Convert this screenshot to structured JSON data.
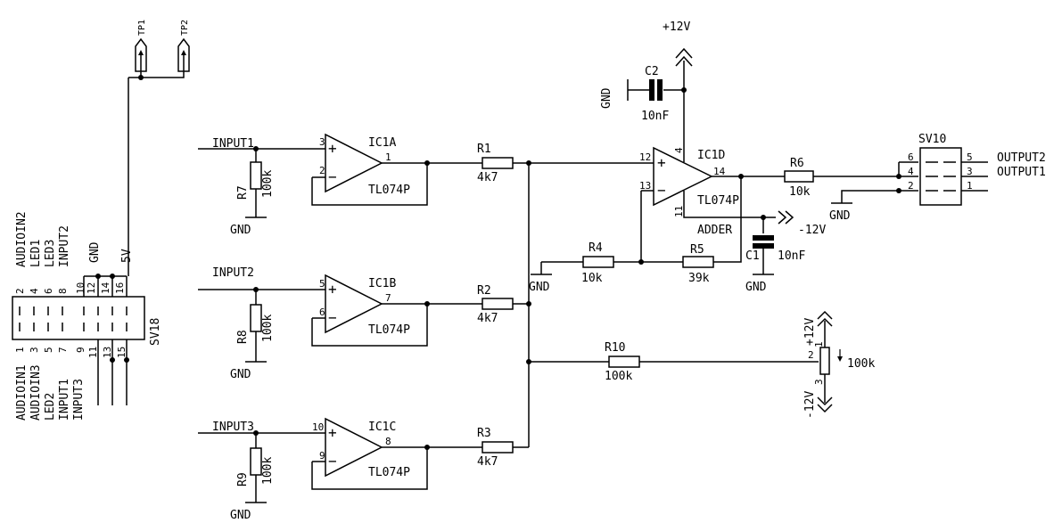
{
  "test_points": {
    "tp1": "TP1",
    "tp2": "TP2"
  },
  "connector_sv18": {
    "name": "SV18",
    "top_pins": [
      "2",
      "4",
      "6",
      "8",
      "10",
      "12",
      "14",
      "16"
    ],
    "bottom_pins": [
      "1",
      "3",
      "5",
      "7",
      "9",
      "11",
      "13",
      "15"
    ],
    "top_labels": [
      "AUDIOIN2",
      "LED1",
      "LED3",
      "INPUT2",
      "GND",
      "5V"
    ],
    "bottom_labels": [
      "AUDIOIN1",
      "AUDIOIN3",
      "LED2",
      "INPUT1",
      "INPUT3"
    ]
  },
  "inputs": {
    "in1": "INPUT1",
    "in2": "INPUT2",
    "in3": "INPUT3"
  },
  "gnd": "GND",
  "resistors": {
    "r7": {
      "name": "R7",
      "value": "100k"
    },
    "r8": {
      "name": "R8",
      "value": "100k"
    },
    "r9": {
      "name": "R9",
      "value": "100k"
    },
    "r1": {
      "name": "R1",
      "value": "4k7"
    },
    "r2": {
      "name": "R2",
      "value": "4k7"
    },
    "r3": {
      "name": "R3",
      "value": "4k7"
    },
    "r4": {
      "name": "R4",
      "value": "10k"
    },
    "r5": {
      "name": "R5",
      "value": "39k"
    },
    "r6": {
      "name": "R6",
      "value": "10k"
    },
    "r10": {
      "name": "R10",
      "value": "100k"
    }
  },
  "opamps": {
    "ic1a": {
      "name": "IC1A",
      "part": "TL074P",
      "pin_plus": "3",
      "pin_minus": "2",
      "pin_out": "1"
    },
    "ic1b": {
      "name": "IC1B",
      "part": "TL074P",
      "pin_plus": "5",
      "pin_minus": "6",
      "pin_out": "7"
    },
    "ic1c": {
      "name": "IC1C",
      "part": "TL074P",
      "pin_plus": "10",
      "pin_minus": "9",
      "pin_out": "8"
    },
    "ic1d": {
      "name": "IC1D",
      "part": "TL074P",
      "pin_plus": "12",
      "pin_minus": "13",
      "pin_out": "14",
      "pin_vpos": "4",
      "pin_vneg": "11"
    }
  },
  "capacitors": {
    "c1": {
      "name": "C1",
      "value": "10nF"
    },
    "c2": {
      "name": "C2",
      "value": "10nF"
    }
  },
  "supplies": {
    "pos": "+12V",
    "neg": "-12V",
    "five": "5V"
  },
  "adder_label": "ADDER",
  "connector_sv10": {
    "name": "SV10",
    "left_pins": [
      "6",
      "4",
      "2"
    ],
    "right_pins": [
      "5",
      "3",
      "1"
    ],
    "outputs": [
      "OUTPUT2",
      "OUTPUT1"
    ]
  },
  "pot": {
    "value": "100k",
    "pin1": "1",
    "pin2": "2",
    "pin3": "3"
  }
}
